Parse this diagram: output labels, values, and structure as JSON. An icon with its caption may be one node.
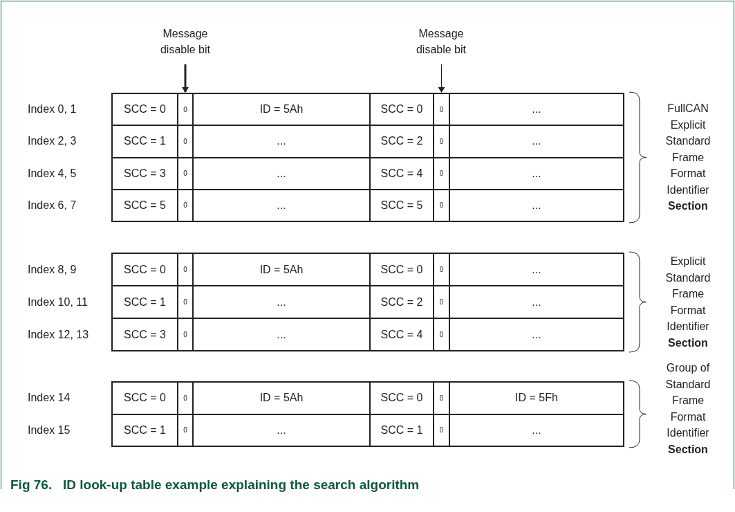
{
  "diagram": {
    "caption": "Fig 76.   ID look-up table example explaining the search algorithm",
    "nodes": [
      {
        "text": [
          "Message disable bit"
        ]
      },
      {
        "text": [
          "Message disable bit"
        ]
      },
      {
        "text": [
          "0"
        ]
      },
      {
        "text": [
          "0"
        ]
      }
    ],
    "edges": [
      {
        "from": 0,
        "to": 2,
        "arrow": "to",
        "style": "thick"
      },
      {
        "from": 1,
        "to": 3,
        "arrow": "to"
      }
    ],
    "labels": [
      "Index 0, 1",
      "SCC = 0",
      "ID = 5Ah",
      "SCC = 0",
      "...",
      "Index 2, 3",
      "SCC = 1",
      "0",
      "...",
      "SCC = 2",
      "0",
      "...",
      "Index 4, 5",
      "SCC = 3",
      "0",
      "...",
      "SCC = 4",
      "0",
      "...",
      "Index 6, 7",
      "SCC = 5",
      "0",
      "...",
      "SCC = 5",
      "0",
      "...",
      "FullCAN Explicit Standard Frame Format Identifier **Section**",
      "Index 8, 9",
      "SCC = 0",
      "0",
      "ID = 5Ah",
      "SCC = 0",
      "0",
      "...",
      "Index 10, 11",
      "SCC = 1",
      "0",
      "...",
      "SCC = 2",
      "0",
      "...",
      "Index 12, 13",
      "SCC = 3",
      "0",
      "...",
      "SCC = 4",
      "0",
      "...",
      "Explicit Standard Frame Format Identifier **Section**",
      "Index 14",
      "SCC = 0",
      "0",
      "ID = 5Ah",
      "SCC = 0",
      "0",
      "ID = 5Fh",
      "Index 15",
      "SCC = 1",
      "0",
      "...",
      "SCC = 1",
      "0",
      "...",
      "Group of Standard Frame Format Identifier **Section**"
    ]
  }
}
